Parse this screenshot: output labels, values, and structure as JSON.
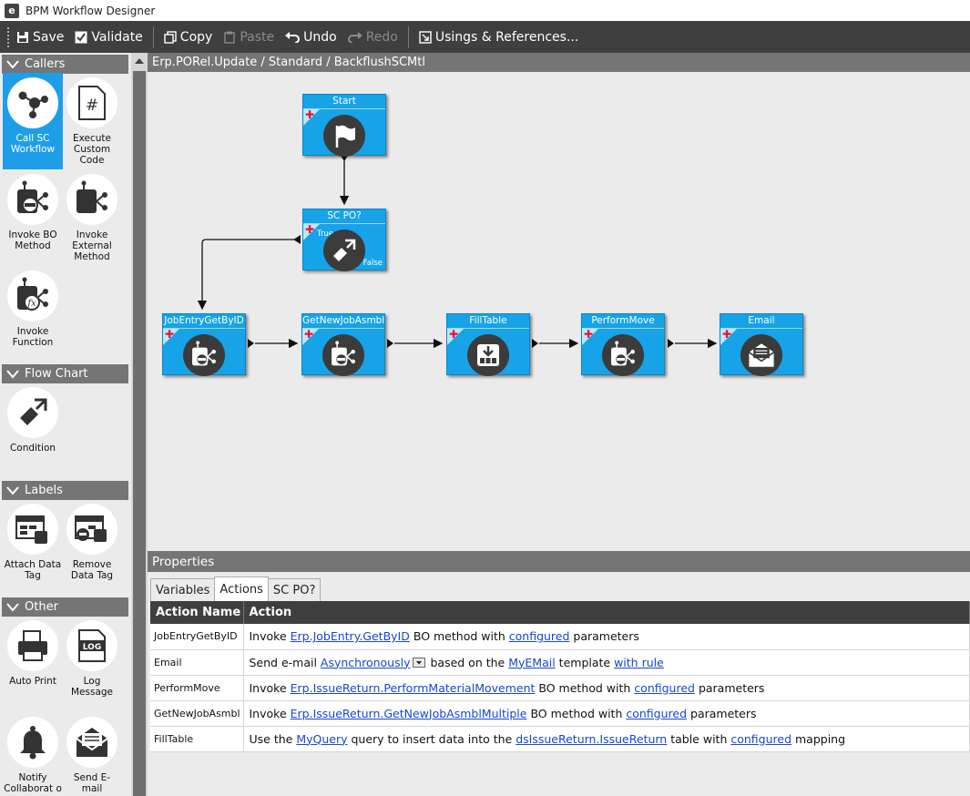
{
  "window": {
    "title": "BPM Workflow Designer",
    "logo_text": "e"
  },
  "toolbar": {
    "save": "Save",
    "validate": "Validate",
    "copy": "Copy",
    "paste": "Paste",
    "undo": "Undo",
    "redo": "Redo",
    "usings": "Usings & References...",
    "disabled": [
      "Paste",
      "Redo"
    ]
  },
  "palette": {
    "categories": {
      "callers": "Callers",
      "flow_chart": "Flow Chart",
      "labels": "Labels",
      "other": "Other"
    },
    "callers": [
      {
        "label": "Call SC Workflow",
        "icon": "call-sc-workflow-icon",
        "selected": true
      },
      {
        "label": "Execute Custom Code",
        "icon": "custom-code-icon"
      },
      {
        "label": "Invoke BO Method",
        "icon": "invoke-bo-method-icon"
      },
      {
        "label": "Invoke External Method",
        "icon": "invoke-external-method-icon"
      },
      {
        "label": "Invoke Function",
        "icon": "invoke-function-icon"
      }
    ],
    "flow_chart": [
      {
        "label": "Condition",
        "icon": "condition-icon"
      }
    ],
    "labels": [
      {
        "label": "Attach Data Tag",
        "icon": "attach-data-tag-icon"
      },
      {
        "label": "Remove Data Tag",
        "icon": "remove-data-tag-icon"
      }
    ],
    "other": [
      {
        "label": "Auto Print",
        "icon": "printer-icon"
      },
      {
        "label": "Log Message",
        "icon": "log-icon",
        "icon_text": "LOG"
      },
      {
        "label": "Notify Collaborat o",
        "icon": "bell-icon"
      },
      {
        "label": "Send E- mail",
        "icon": "email-icon"
      }
    ]
  },
  "canvas": {
    "title": "Erp.PORel.Update / Standard / BackflushSCMtl",
    "nodes": {
      "start": {
        "label": "Start",
        "icon": "flag-icon"
      },
      "condition": {
        "label": "SC PO?",
        "icon": "condition-icon",
        "true_label": "True",
        "false_label": "False"
      },
      "job_entry": {
        "label": "JobEntryGetByID",
        "icon": "invoke-bo-method-icon"
      },
      "get_new_job": {
        "label": "GetNewJobAsmbl",
        "icon": "invoke-bo-method-icon"
      },
      "fill_table": {
        "label": "FillTable",
        "icon": "fill-table-icon"
      },
      "perform_move": {
        "label": "PerformMove",
        "icon": "invoke-bo-method-icon"
      },
      "email": {
        "label": "Email",
        "icon": "email-icon"
      }
    }
  },
  "properties": {
    "title": "Properties",
    "tabs": [
      "Variables",
      "Actions",
      "SC PO?"
    ],
    "active_tab": "Actions",
    "columns": [
      "Action Name",
      "Action"
    ],
    "rows": [
      {
        "name": "JobEntryGetByID",
        "parts": [
          "Invoke ",
          "Erp.JobEntry.GetByID",
          " BO method with ",
          "configured",
          " parameters"
        ]
      },
      {
        "name": "Email",
        "parts": [
          "Send e-mail ",
          "Asynchronously",
          " based on the ",
          "MyEMail",
          " template ",
          "with rule"
        ]
      },
      {
        "name": "PerformMove",
        "parts": [
          "Invoke ",
          "Erp.IssueReturn.PerformMaterialMovement",
          " BO method with ",
          "configured",
          " parameters"
        ]
      },
      {
        "name": "GetNewJobAsmbl",
        "parts": [
          "Invoke ",
          "Erp.IssueReturn.GetNewJobAsmblMultiple",
          " BO method with ",
          "configured",
          " parameters"
        ]
      },
      {
        "name": "FillTable",
        "parts": [
          "Use the ",
          "MyQuery",
          " query to insert data into the ",
          "dsIssueReturn.IssueReturn",
          " table with ",
          "configured",
          " mapping"
        ]
      }
    ]
  },
  "colors": {
    "accent": "#16a3e8",
    "toolbar": "#3f3f3f",
    "header": "#757575",
    "link": "#1646d6",
    "add_marker": "#e8142c"
  }
}
